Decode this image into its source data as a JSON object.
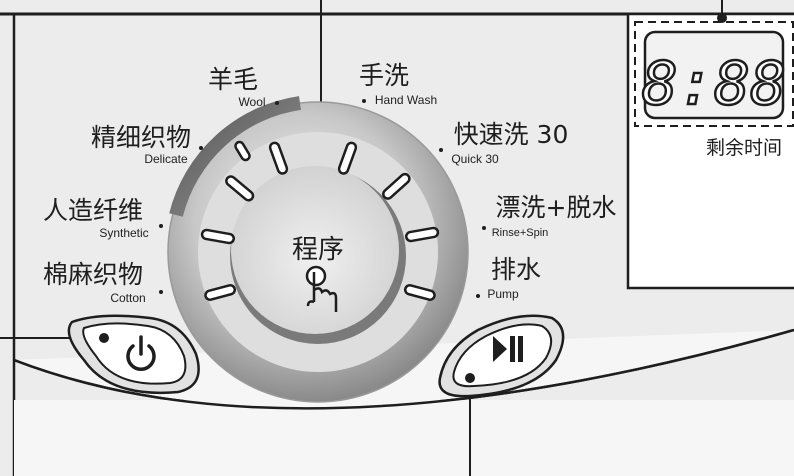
{
  "programs": [
    {
      "zh": "羊毛",
      "en": "Wool"
    },
    {
      "zh": "手洗",
      "en": "Hand Wash"
    },
    {
      "zh": "精细织物",
      "en": "Delicate"
    },
    {
      "zh": "快速洗 30",
      "en": "Quick 30"
    },
    {
      "zh": "人造纤维",
      "en": "Synthetic"
    },
    {
      "zh": "漂洗+脱水",
      "en": "Rinse+Spin"
    },
    {
      "zh": "棉麻织物",
      "en": "Cotton"
    },
    {
      "zh": "排水",
      "en": "Pump"
    }
  ],
  "dial": {
    "label": "程序"
  },
  "display": {
    "time": "8:88",
    "caption": "剩余时间"
  },
  "buttons": {
    "power_icon": "power-icon",
    "start_pause_icon": "play-pause-icon"
  },
  "colors": {
    "ink": "#1e1e1e",
    "panel": "#ececec",
    "dial_dark": "#5a5a5a"
  }
}
